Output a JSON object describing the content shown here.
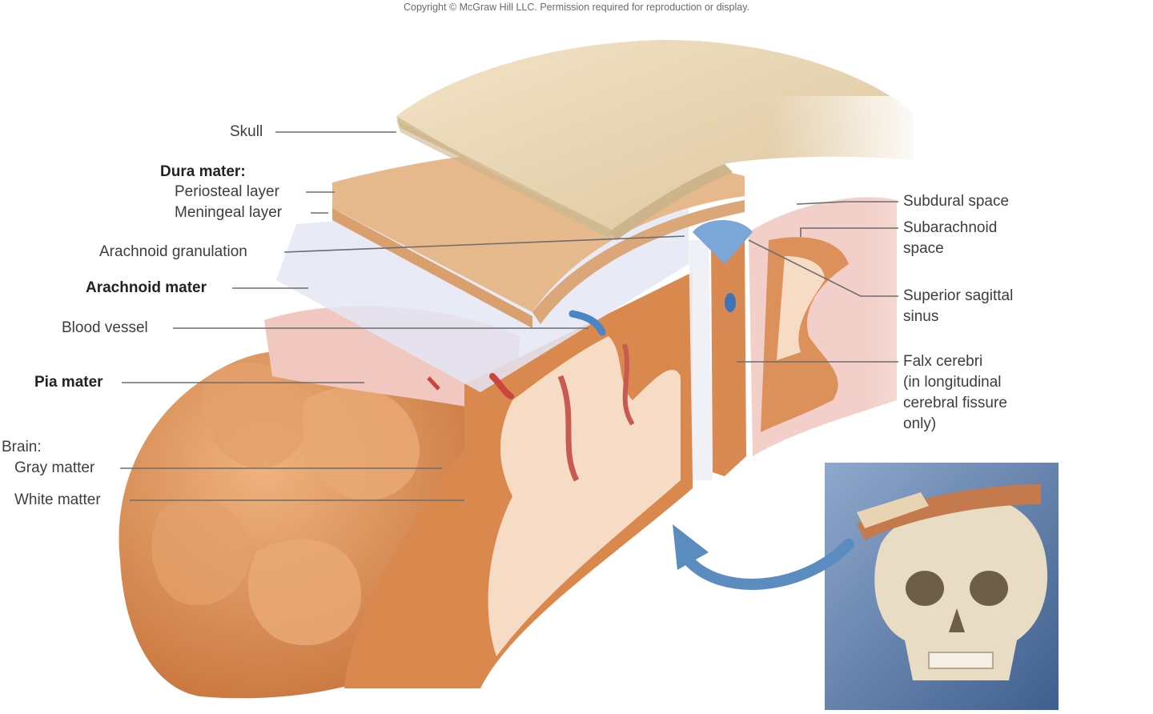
{
  "copyright": "Copyright © McGraw Hill LLC. Permission required for reproduction or display.",
  "labels_left": {
    "skull": "Skull",
    "dura_mater": "Dura mater:",
    "periosteal_layer": "Periosteal layer",
    "meningeal_layer": "Meningeal layer",
    "arachnoid_granulation": "Arachnoid granulation",
    "arachnoid_mater": "Arachnoid mater",
    "blood_vessel": "Blood vessel",
    "pia_mater": "Pia mater",
    "brain": "Brain:",
    "gray_matter": "Gray matter",
    "white_matter": "White matter"
  },
  "labels_right": {
    "subdural_space": "Subdural space",
    "subarachnoid_1": "Subarachnoid",
    "subarachnoid_2": "space",
    "superior_sagittal_1": "Superior sagittal",
    "superior_sagittal_2": "sinus",
    "falx_1": "Falx cerebri",
    "falx_2": "(in longitudinal",
    "falx_3": "cerebral fissure",
    "falx_4": "only)"
  },
  "colors": {
    "bone": "#e8d4b2",
    "bone_edge": "#d8c19a",
    "dura": "#e6b98c",
    "arachnoid": "#e4e6f5",
    "pia": "#f0c8c0",
    "gray_matter": "#d9884e",
    "white_matter": "#f6dcc4",
    "vessel_red": "#c8463d",
    "vessel_blue": "#4a86c4",
    "sinus_blue": "#7aa6d8",
    "inset_bg": "#5e7ca8",
    "arrow": "#5a8cc0",
    "leader": "#6d6d6d"
  },
  "icons": {
    "arrow": "curved-arrow-icon",
    "inset": "skull-inset-illustration"
  }
}
